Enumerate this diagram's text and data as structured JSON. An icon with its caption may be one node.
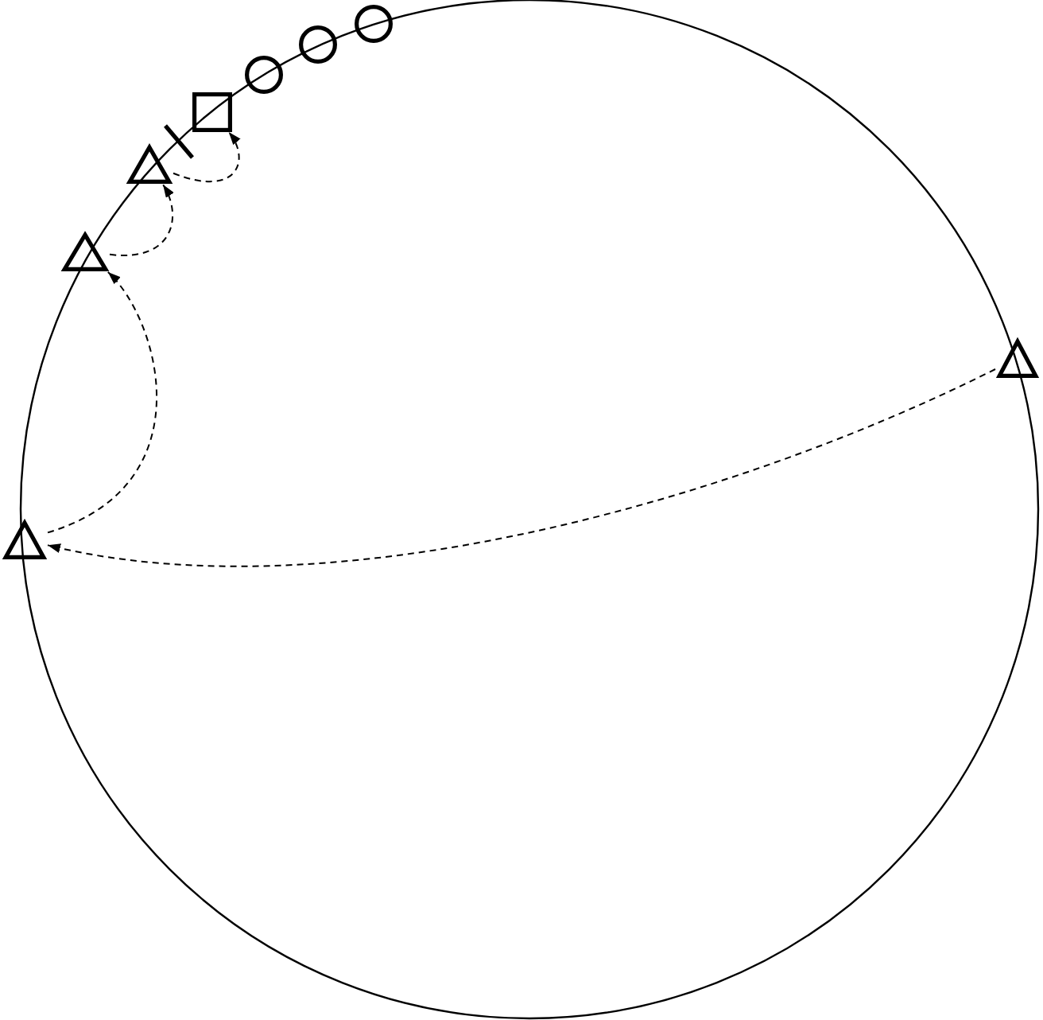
{
  "diagram": {
    "nodes": [
      {
        "text": [],
        "shape": "circle"
      },
      {
        "text": [],
        "shape": "circle"
      },
      {
        "text": [],
        "shape": "circle"
      },
      {
        "text": [],
        "shape": "box"
      },
      {
        "text": [],
        "shape": "bar"
      },
      {
        "text": [],
        "shape": "triangle"
      },
      {
        "text": [],
        "shape": "triangle"
      },
      {
        "text": [],
        "shape": "triangle"
      },
      {
        "text": [],
        "shape": "triangle"
      }
    ],
    "edges": [
      {
        "from": 7,
        "to": 8,
        "arrow": "to",
        "style": "dashed"
      },
      {
        "from": 8,
        "to": 6,
        "arrow": "to",
        "style": "dashed"
      },
      {
        "from": 6,
        "to": 5,
        "arrow": "to",
        "style": "dashed"
      },
      {
        "from": 5,
        "to": 3,
        "arrow": "to",
        "style": "dashed"
      }
    ]
  }
}
